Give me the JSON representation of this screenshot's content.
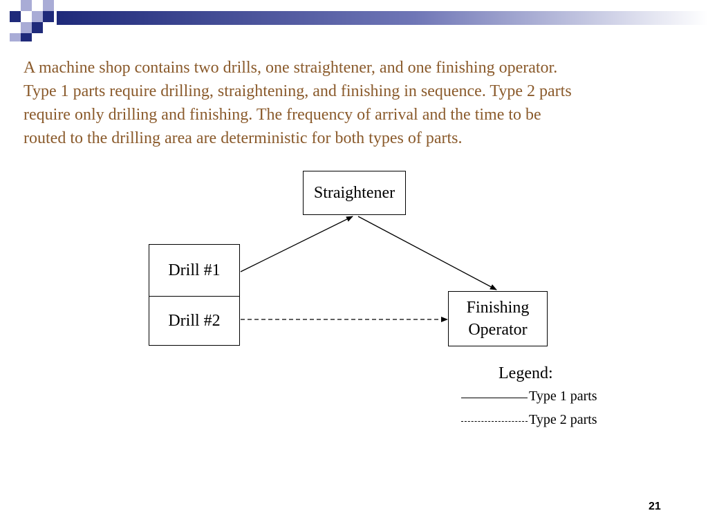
{
  "colors": {
    "body_text": "#8a5a2b",
    "accent_dark": "#1f2a7a",
    "accent_light": "#a9acd6"
  },
  "body_text": {
    "lines": [
      "A machine shop contains two drills, one straightener, and one finishing operator.",
      "Type 1 parts require drilling, straightening, and finishing in sequence. Type 2 parts",
      "require only drilling and finishing. The frequency of arrival and the time to be",
      "routed to the drilling area are deterministic for both types of parts."
    ]
  },
  "diagram": {
    "nodes": {
      "straightener": "Straightener",
      "drill1": "Drill #1",
      "drill2": "Drill #2",
      "finishing_line1": "Finishing",
      "finishing_line2": "Operator"
    },
    "edges": [
      {
        "from": "Drill #1",
        "to": "Straightener",
        "style": "solid"
      },
      {
        "from": "Straightener",
        "to": "Finishing Operator",
        "style": "solid"
      },
      {
        "from": "Drill #2",
        "to": "Finishing Operator",
        "style": "dashed"
      }
    ]
  },
  "legend": {
    "title": "Legend:",
    "type1": "Type 1 parts",
    "type2": "Type 2 parts"
  },
  "page_number": "21"
}
